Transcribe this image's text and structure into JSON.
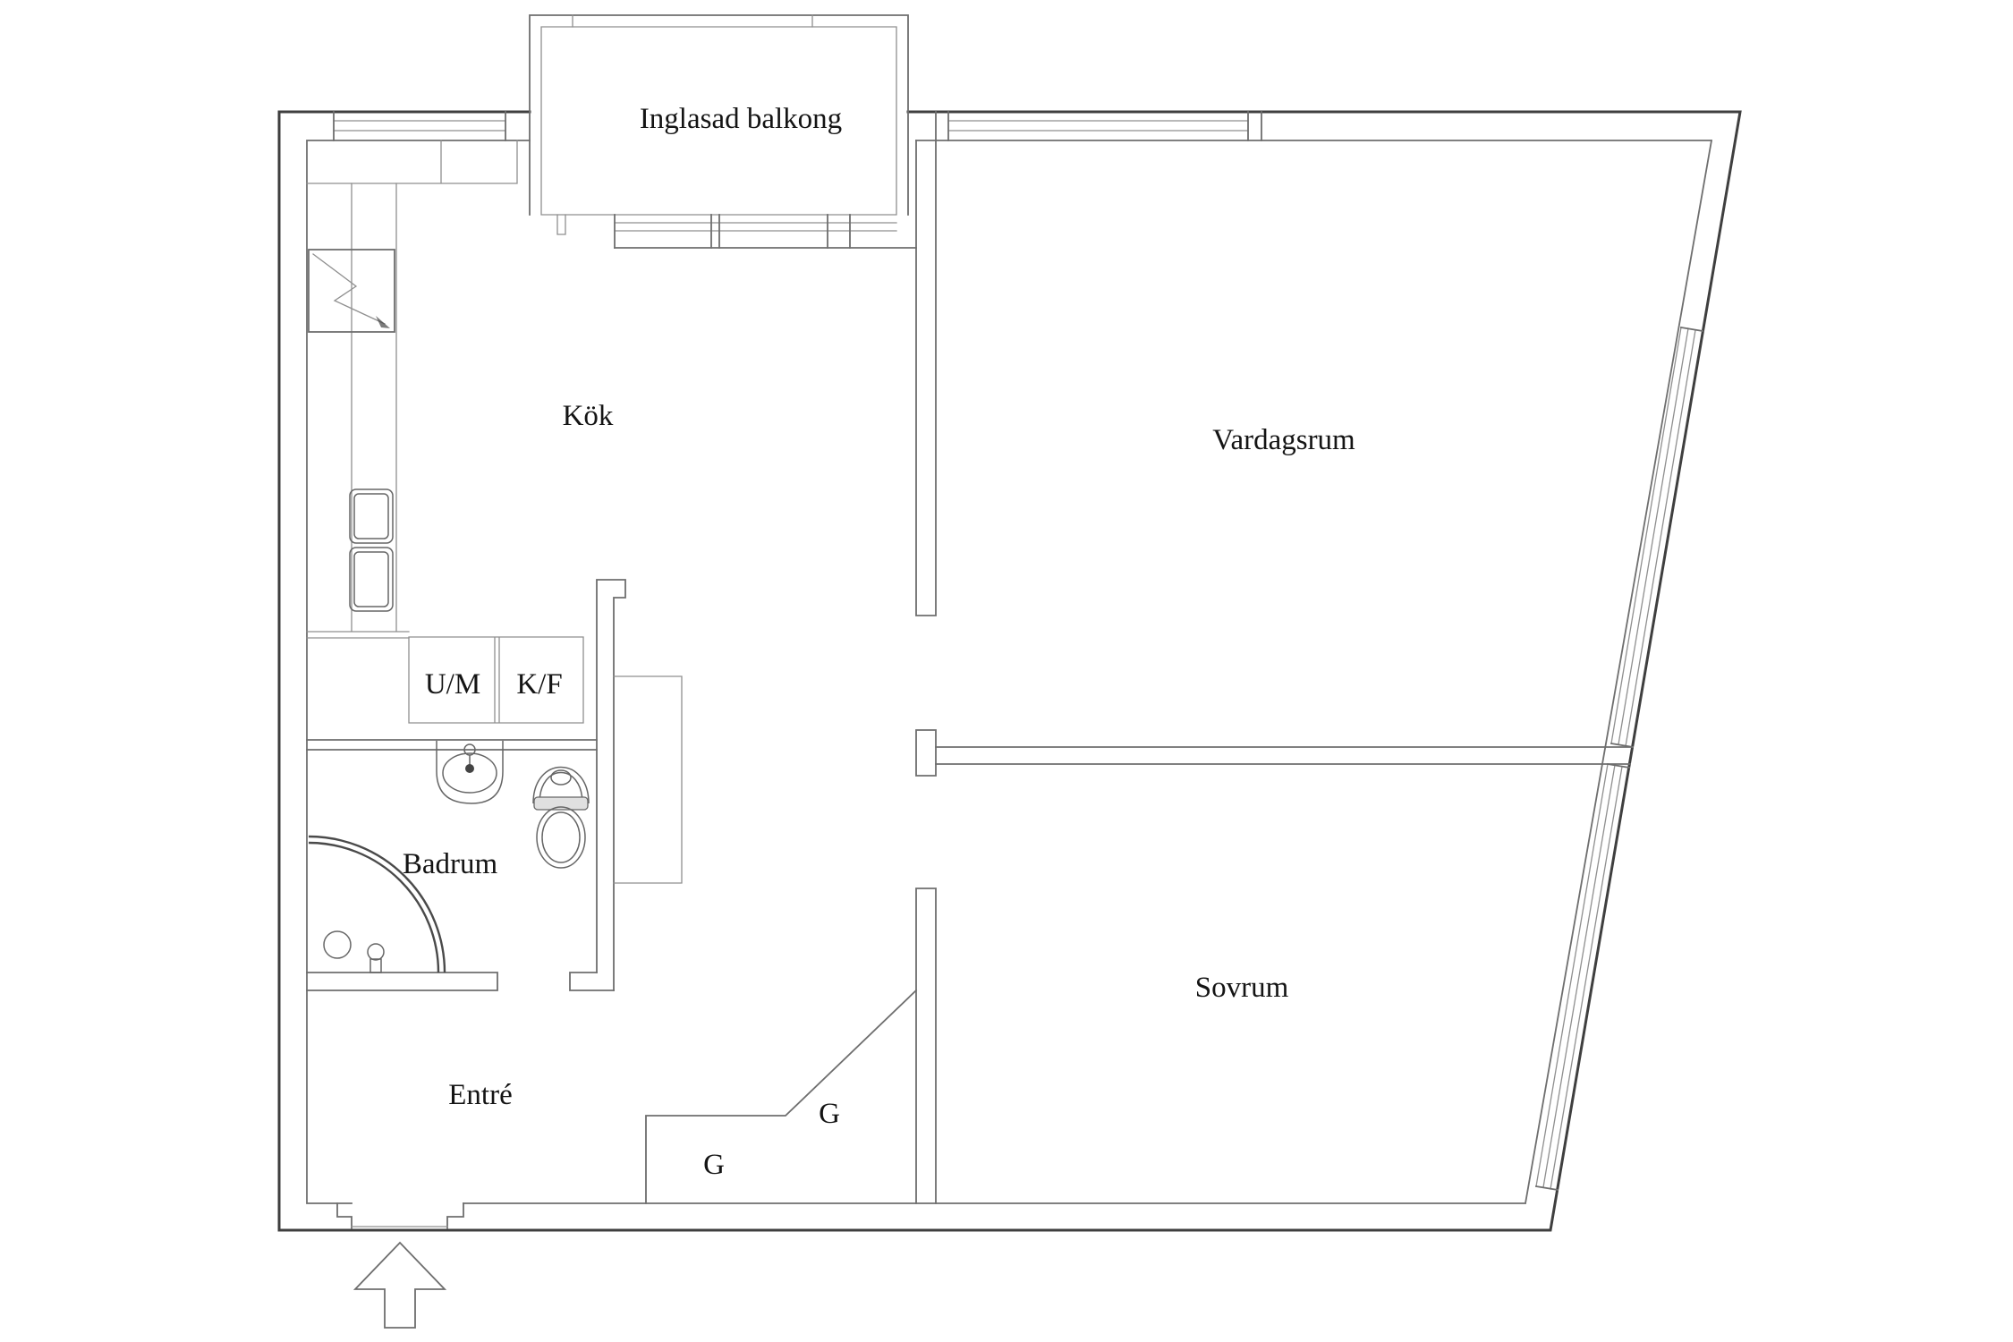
{
  "title": "Apartment floor plan",
  "floorplan": {
    "rooms": [
      {
        "id": "inglasad-balkong",
        "label": "Inglasad balkong"
      },
      {
        "id": "kok",
        "label": "Kök"
      },
      {
        "id": "vardagsrum",
        "label": "Vardagsrum"
      },
      {
        "id": "badrum",
        "label": "Badrum"
      },
      {
        "id": "sovrum",
        "label": "Sovrum"
      },
      {
        "id": "entre",
        "label": "Entré"
      }
    ],
    "appliances": [
      {
        "id": "dishwasher-washing-machine",
        "label": "U/M"
      },
      {
        "id": "fridge-freezer",
        "label": "K/F"
      }
    ],
    "wardrobes": [
      {
        "id": "garderob-1",
        "label": "G"
      },
      {
        "id": "garderob-2",
        "label": "G"
      }
    ],
    "colors": {
      "background": "#ffffff",
      "wall_dark": "#3f3f3f",
      "line_medium": "#6e6e6e",
      "line_light": "#8f8f8f",
      "text": "#141414"
    }
  }
}
